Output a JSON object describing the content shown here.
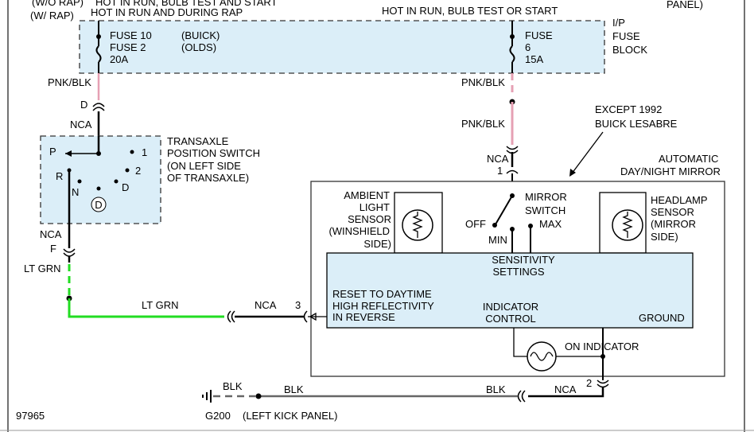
{
  "colors": {
    "block_fill": "#dbeef8",
    "pnk_wire": "#e6a0b4",
    "ltgrn_wire": "#22dd22",
    "blk_wire": "#000000",
    "gray_wire": "#666666"
  },
  "top_clip": {
    "left1": "(W/O RAP)",
    "left2": "(W/ RAP)",
    "center1": "HOT IN RUN, BULB TEST AND START",
    "right": "PANEL)"
  },
  "hot": {
    "rap": "HOT IN RUN AND DURING RAP",
    "bulb": "HOT IN RUN, BULB TEST OR START"
  },
  "fuse_block": {
    "label": [
      "I/P",
      "FUSE",
      "BLOCK"
    ],
    "fuse_left": [
      "FUSE 10",
      "FUSE 2",
      "20A"
    ],
    "fuse_left_models": [
      "(BUICK)",
      "(OLDS)"
    ],
    "fuse_right": [
      "FUSE",
      "6",
      "15A"
    ]
  },
  "wires": {
    "pnk_blk": "PNK/BLK",
    "lt_grn": "LT GRN",
    "blk": "BLK",
    "nca": "NCA"
  },
  "connectors": {
    "d": "D",
    "f": "F",
    "c1": "1",
    "c2": "2",
    "c3": "3"
  },
  "transaxle": {
    "label": [
      "TRANSAXLE",
      "POSITION SWITCH",
      "(ON LEFT SIDE",
      "OF TRANSAXLE)"
    ],
    "positions": {
      "p": "P",
      "r": "R",
      "n": "N",
      "d": "D",
      "one": "1",
      "two": "2",
      "d_circled": "D"
    }
  },
  "except": [
    "EXCEPT 1992",
    "BUICK LESABRE"
  ],
  "mirror": {
    "label": [
      "AUTOMATIC",
      "DAY/NIGHT MIRROR"
    ],
    "ambient": [
      "AMBIENT",
      "LIGHT",
      "SENSOR",
      "(WINSHIELD",
      "SIDE)"
    ],
    "switch": [
      "MIRROR",
      "SWITCH"
    ],
    "off": "OFF",
    "min": "MIN",
    "max": "MAX",
    "headlamp": [
      "HEADLAMP",
      "SENSOR",
      "(MIRROR",
      "SIDE)"
    ],
    "sensitivity": [
      "SENSITIVITY",
      "SETTINGS"
    ],
    "reset": [
      "RESET TO DAYTIME",
      "HIGH REFLECTIVITY",
      "IN REVERSE"
    ],
    "indicator_control": [
      "INDICATOR",
      "CONTROL"
    ],
    "ground": "GROUND",
    "on_indicator": "ON INDICATOR"
  },
  "ground": {
    "g200": "G200",
    "location": "(LEFT KICK PANEL)"
  },
  "diagram_id": "97965"
}
